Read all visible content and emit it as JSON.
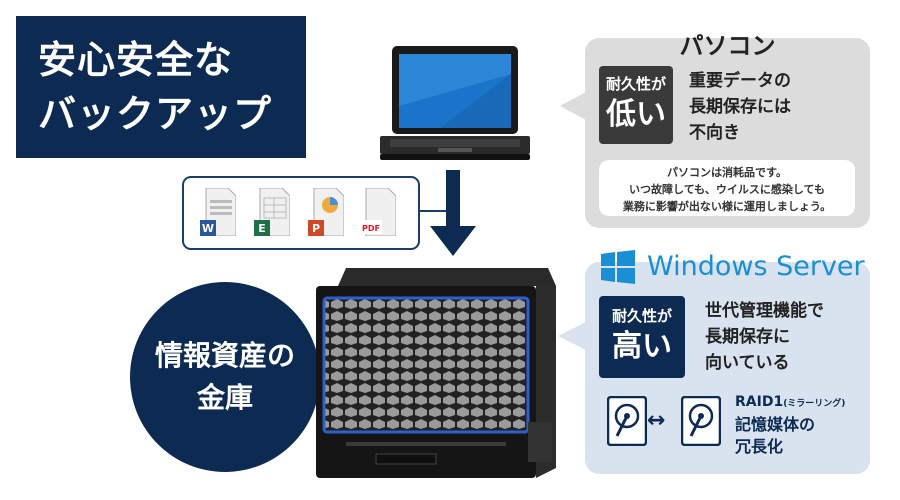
{
  "title": {
    "line1": "安心安全な",
    "line2": "バックアップ"
  },
  "circle": {
    "line1": "情報資産の",
    "line2": "金庫"
  },
  "files": [
    {
      "letter": "W",
      "color": "#2b5797"
    },
    {
      "letter": "E",
      "color": "#1e7145"
    },
    {
      "letter": "P",
      "color": "#d24726"
    },
    {
      "letter": "PDF",
      "color": "#e81123"
    }
  ],
  "pc_panel": {
    "title": "パソコン",
    "badge_small": "耐久性が",
    "badge_big": "低い",
    "side_line1": "重要データの",
    "side_line2": "長期保存には",
    "side_line3": "不向き",
    "note_line1": "パソコンは消耗品です。",
    "note_line2": "いつ故障しても、ウイルスに感染しても",
    "note_line3": "業務に影響が出ない様に運用しましょう。"
  },
  "ws_panel": {
    "title": "Windows Server",
    "badge_small": "耐久性が",
    "badge_big": "高い",
    "side_line1": "世代管理機能で",
    "side_line2": "長期保存に",
    "side_line3": "向いている",
    "raid_title": "RAID1",
    "raid_sub": "(ミラーリング)",
    "raid_line1": "記憶媒体の",
    "raid_line2": "冗長化",
    "arrow": "↔"
  },
  "colors": {
    "navy": "#0d2b52",
    "windows_blue": "#1a8fd6",
    "gray_panel": "#dcdcdc",
    "blue_panel": "#d8e3ef"
  }
}
